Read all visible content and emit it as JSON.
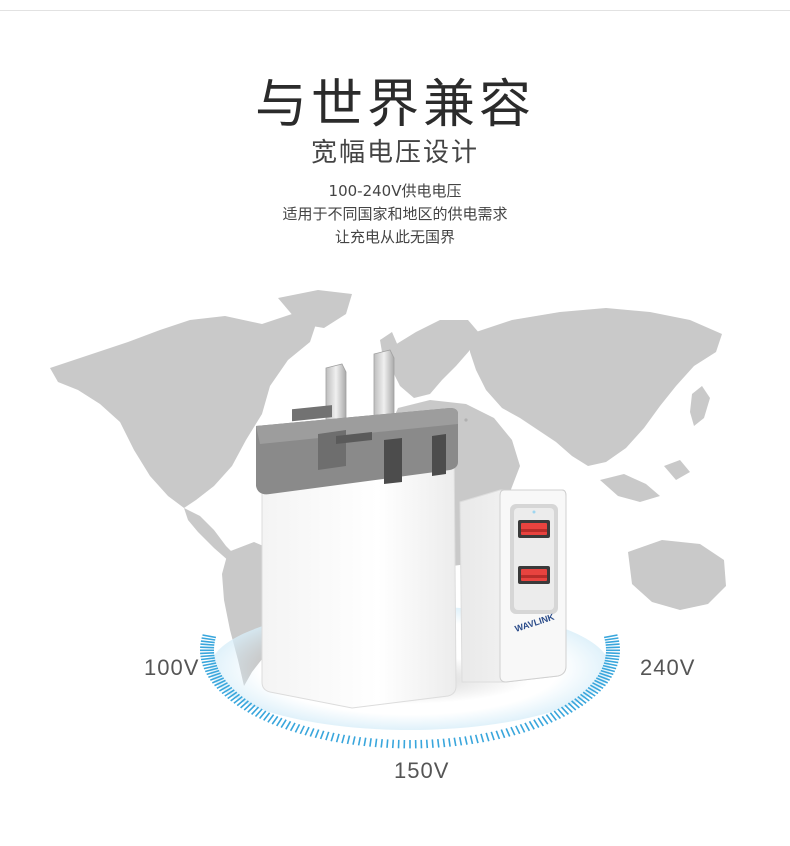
{
  "header": {
    "title": "与世界兼容",
    "subtitle": "宽幅电压设计"
  },
  "description": {
    "lines": [
      "100-240V供电电压",
      "适用于不同国家和地区的供电需求",
      "让充电从此无国界"
    ]
  },
  "product": {
    "brand_logo": "WAVLINK"
  },
  "voltage_labels": {
    "left": "100V",
    "right": "240V",
    "bottom": "150V"
  },
  "colors": {
    "map": "#c9c9c9",
    "ring_accent": "#39a6dc",
    "plug_cap": "#8a8a8a",
    "usb_port": "#e8433f"
  }
}
